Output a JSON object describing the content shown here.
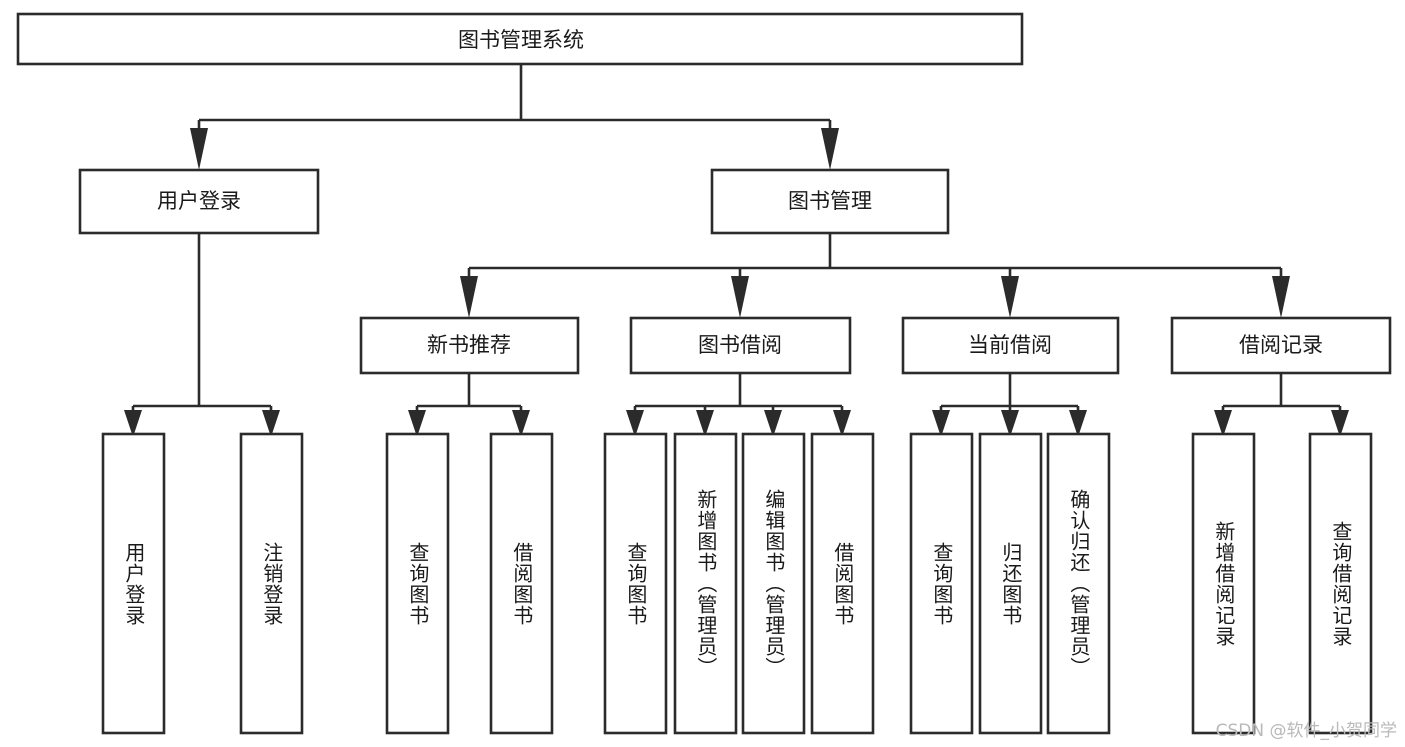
{
  "diagram": {
    "title": "图书管理系统",
    "type": "tree-hierarchy",
    "root": {
      "id": "root",
      "label": "图书管理系统"
    },
    "level1": [
      {
        "id": "user-login",
        "label": "用户登录"
      },
      {
        "id": "book-manage",
        "label": "图书管理"
      }
    ],
    "level2": [
      {
        "id": "new-book-recommend",
        "label": "新书推荐",
        "parent": "book-manage"
      },
      {
        "id": "book-borrow",
        "label": "图书借阅",
        "parent": "book-manage"
      },
      {
        "id": "current-borrow",
        "label": "当前借阅",
        "parent": "book-manage"
      },
      {
        "id": "borrow-record",
        "label": "借阅记录",
        "parent": "book-manage"
      }
    ],
    "leaves": {
      "user-login": [
        {
          "id": "leaf-user-login",
          "label": "用户登录"
        },
        {
          "id": "leaf-logout-login",
          "label": "注销登录"
        }
      ],
      "new-book-recommend": [
        {
          "id": "leaf-query-book-1",
          "label": "查询图书"
        },
        {
          "id": "leaf-borrow-book-1",
          "label": "借阅图书"
        }
      ],
      "book-borrow": [
        {
          "id": "leaf-query-book-2",
          "label": "查询图书"
        },
        {
          "id": "leaf-add-book",
          "label": "新增图书（管理员）"
        },
        {
          "id": "leaf-edit-book",
          "label": "编辑图书（管理员）"
        },
        {
          "id": "leaf-borrow-book-2",
          "label": "借阅图书"
        }
      ],
      "current-borrow": [
        {
          "id": "leaf-query-book-3",
          "label": "查询图书"
        },
        {
          "id": "leaf-return-book",
          "label": "归还图书"
        },
        {
          "id": "leaf-confirm-return",
          "label": "确认归还（管理员）"
        }
      ],
      "borrow-record": [
        {
          "id": "leaf-add-record",
          "label": "新增借阅记录"
        },
        {
          "id": "leaf-query-record",
          "label": "查询借阅记录"
        }
      ]
    }
  },
  "watermark": {
    "text": "CSDN @软件_小贺同学"
  },
  "colors": {
    "stroke": "#2b2b2b",
    "box_fill": "#ffffff",
    "text": "#1a1a1a",
    "watermark": "#b9b9b9",
    "background": "#ffffff"
  }
}
